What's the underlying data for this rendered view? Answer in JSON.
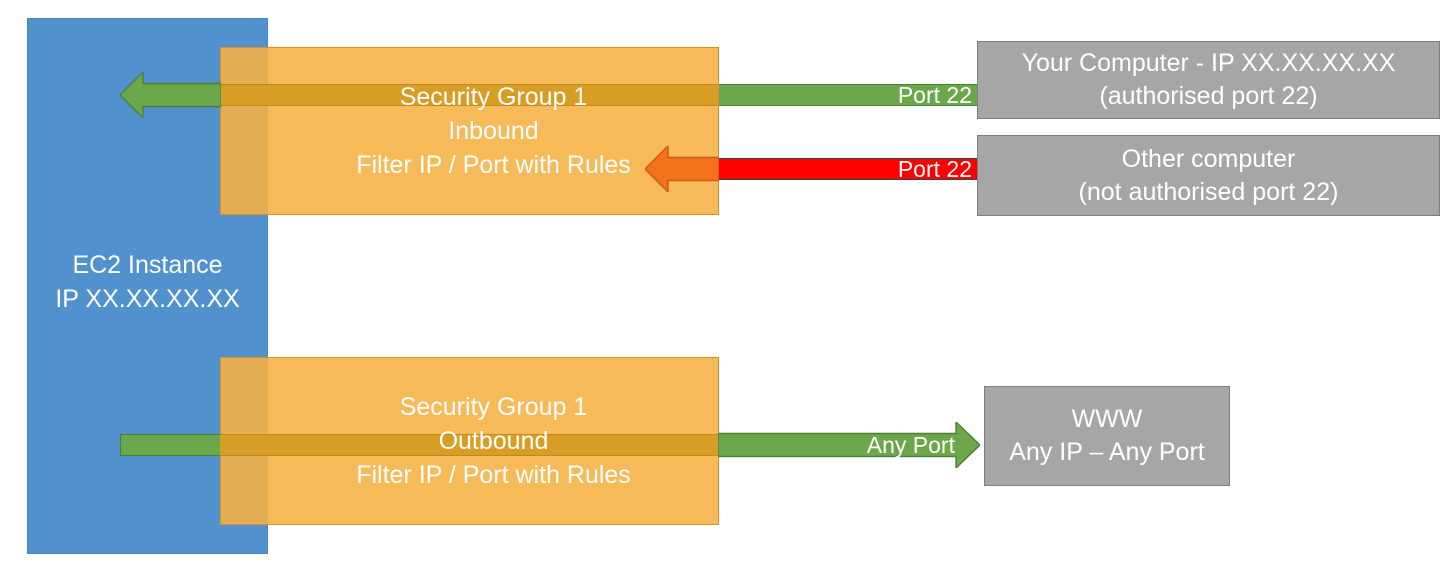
{
  "diagram": {
    "title": "EC2 Security Group Inbound / Outbound Filtering",
    "colors": {
      "ec2_blue": "#5191CE",
      "security_group_orange": "#F6B042",
      "overlap_band": "#D79D24",
      "allowed_green": "#6CA84B",
      "blocked_red": "#FF0000",
      "blocked_arrow_orange": "#F4721B",
      "endpoint_gray": "#A6A6A6",
      "text_white": "#FFFFFF"
    }
  },
  "ec2": {
    "line1": "EC2 Instance",
    "line2": "IP XX.XX.XX.XX"
  },
  "security_groups": {
    "inbound": {
      "name": "Security Group 1",
      "direction": "Inbound",
      "rule": "Filter IP / Port with Rules"
    },
    "outbound": {
      "name": "Security Group 1",
      "direction": "Outbound",
      "rule": "Filter IP / Port with Rules"
    }
  },
  "flows": {
    "allowed_inbound": {
      "port_label": "Port 22",
      "state": "allowed",
      "color": "#6CA84B"
    },
    "blocked_inbound": {
      "port_label": "Port 22",
      "state": "blocked",
      "color": "#FF0000"
    },
    "allowed_outbound": {
      "port_label": "Any Port",
      "state": "allowed",
      "color": "#6CA84B"
    }
  },
  "endpoints": {
    "your_computer": {
      "line1": "Your Computer - IP XX.XX.XX.XX",
      "line2": "(authorised port 22)"
    },
    "other_computer": {
      "line1": "Other computer",
      "line2": "(not authorised port 22)"
    },
    "www": {
      "line1": "WWW",
      "line2": "Any IP – Any Port"
    }
  }
}
